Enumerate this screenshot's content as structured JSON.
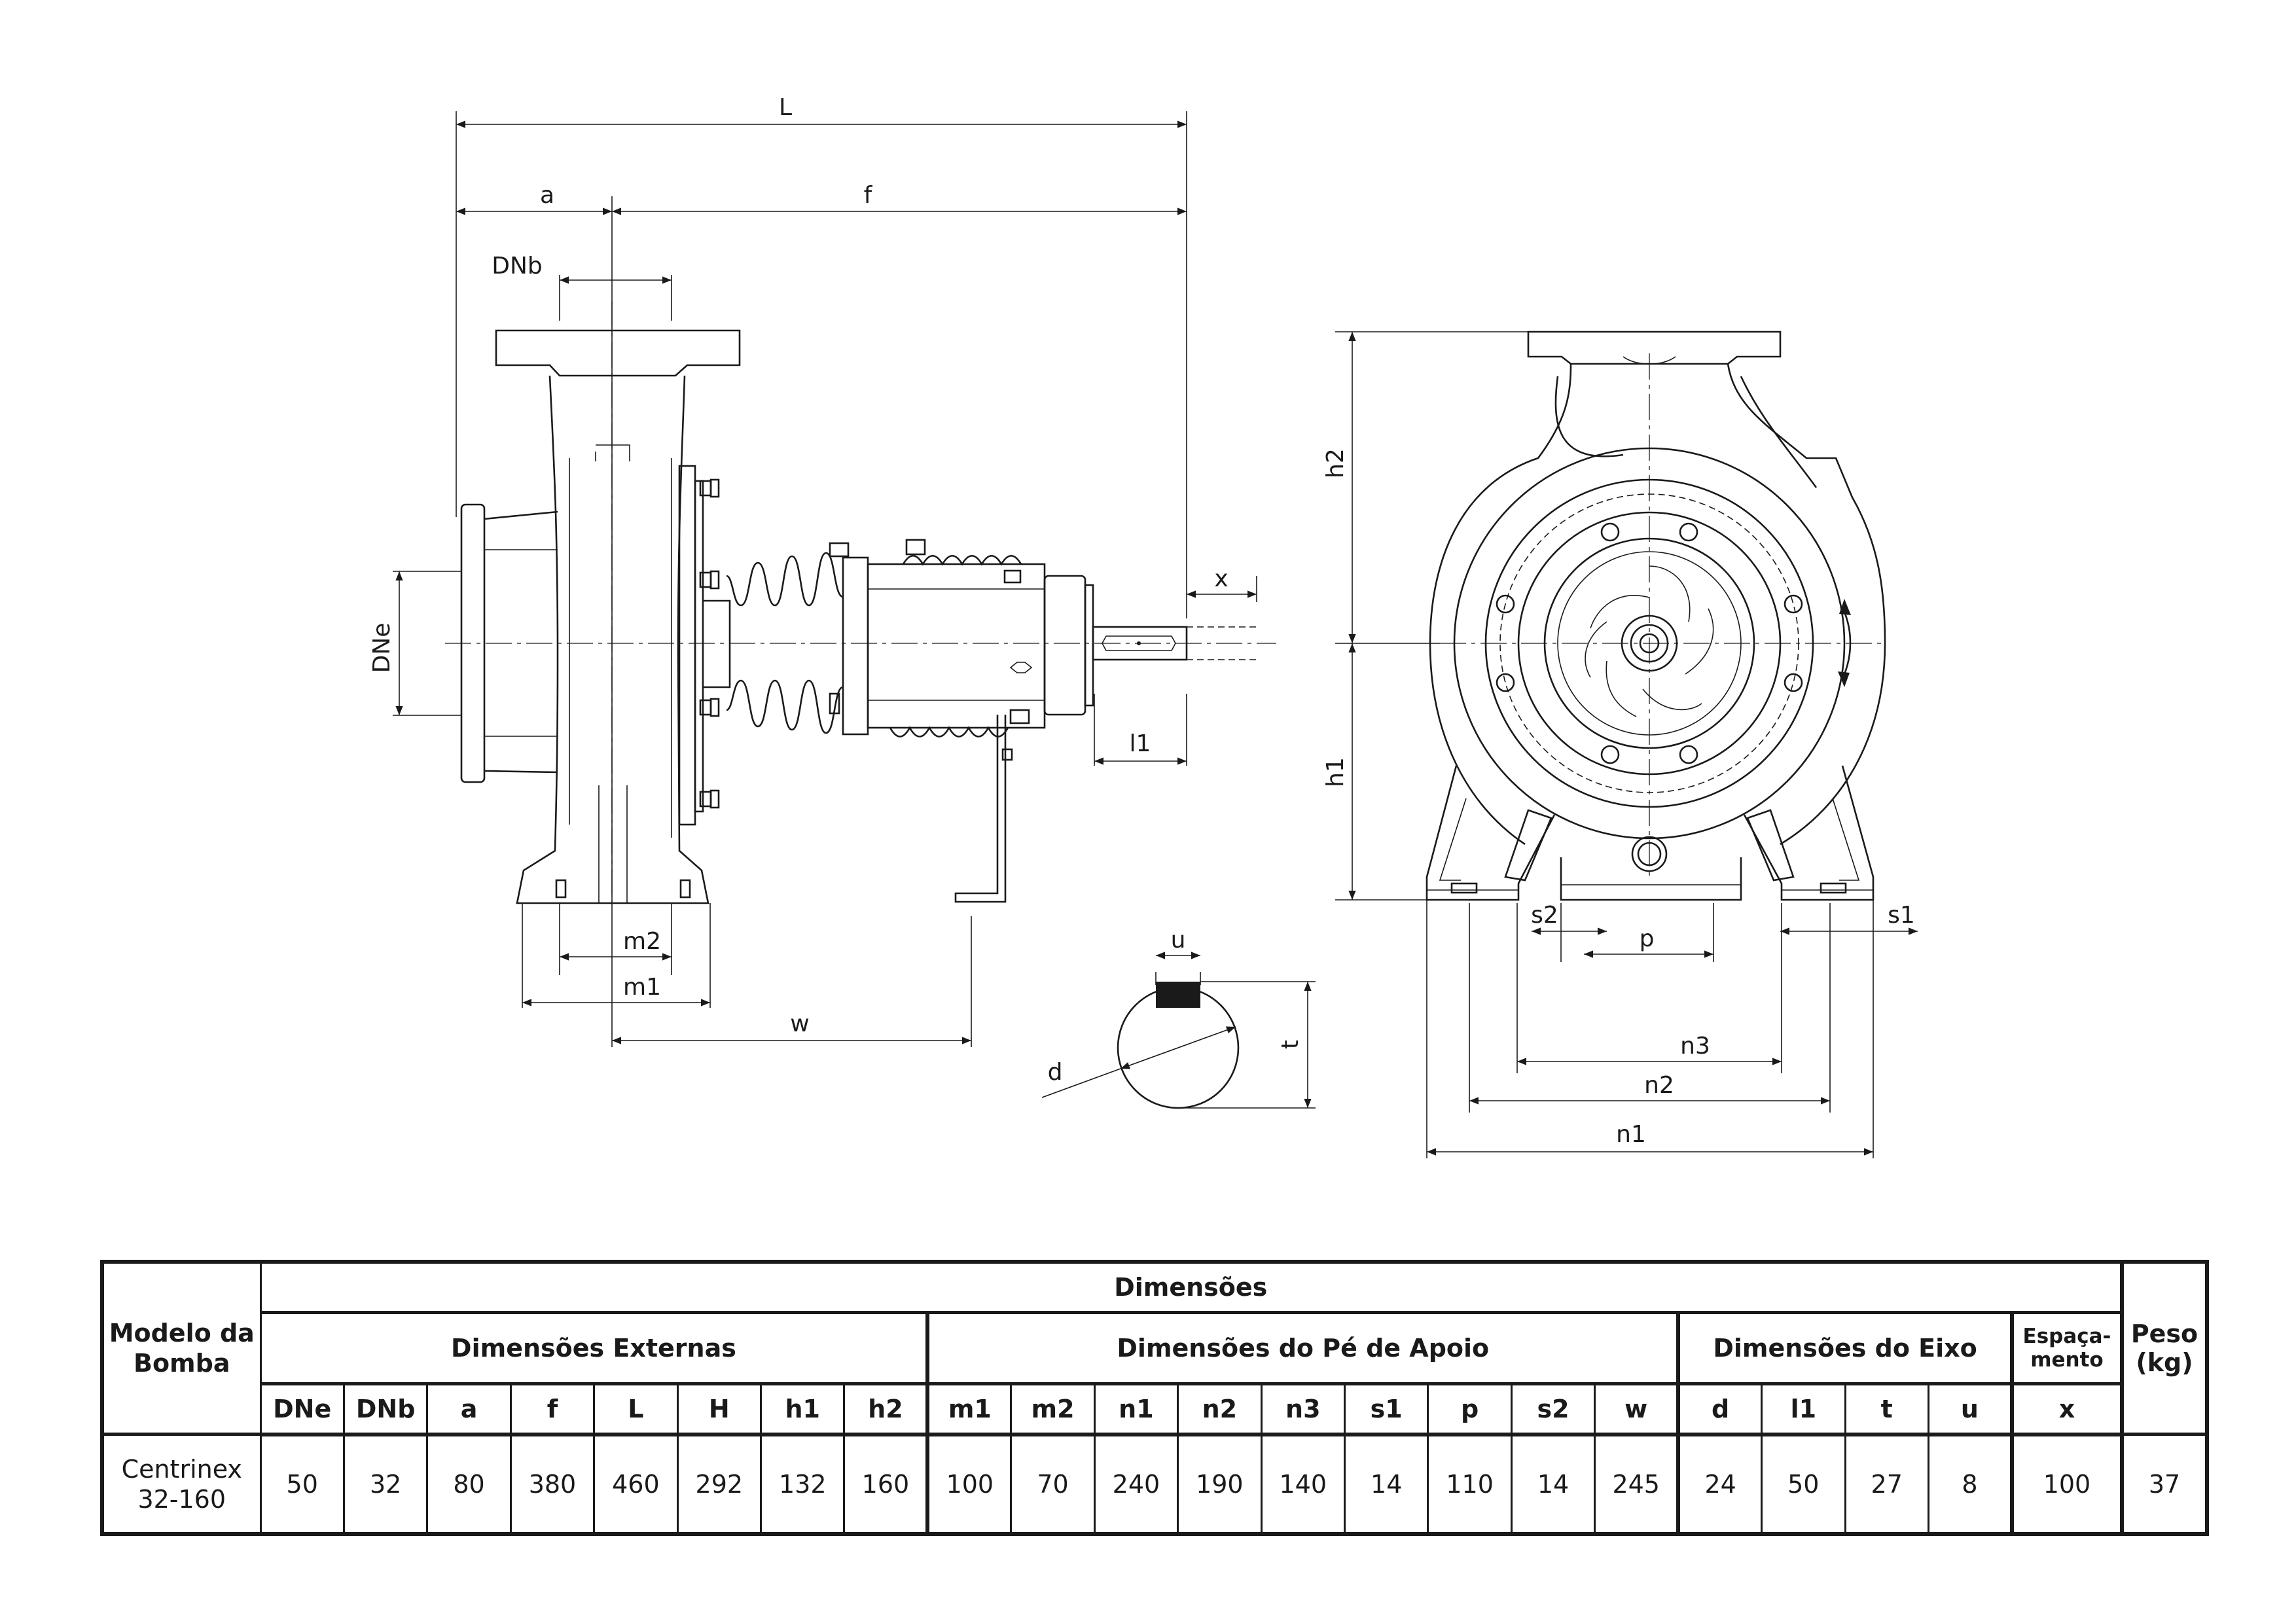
{
  "drawing": {
    "side_view_labels": {
      "L": "L",
      "a": "a",
      "f": "f",
      "DNb": "DNb",
      "DNe": "DNe",
      "x": "x",
      "l1": "l1",
      "m2": "m2",
      "m1": "m1",
      "w": "w"
    },
    "front_view_labels": {
      "h2": "h2",
      "h1": "h1",
      "s2": "s2",
      "p": "p",
      "s1": "s1",
      "n3": "n3",
      "n2": "n2",
      "n1": "n1"
    },
    "shaft_detail_labels": {
      "u": "u",
      "d": "d",
      "t": "t"
    }
  },
  "table": {
    "model_header": "Modelo da Bomba",
    "dimensions_header": "Dimensões",
    "weight_header": "Peso (kg)",
    "groups": [
      {
        "label": "Dimensões Externas",
        "columns": [
          "DNe",
          "DNb",
          "a",
          "f",
          "L",
          "H",
          "h1",
          "h2"
        ]
      },
      {
        "label": "Dimensões do Pé de Apoio",
        "columns": [
          "m1",
          "m2",
          "n1",
          "n2",
          "n3",
          "s1",
          "p",
          "s2",
          "w"
        ]
      },
      {
        "label": "Dimensões do Eixo",
        "columns": [
          "d",
          "l1",
          "t",
          "u"
        ]
      },
      {
        "label": "Espaça-mento",
        "columns": [
          "x"
        ]
      }
    ],
    "rows": [
      {
        "model": "Centrinex 32-160",
        "values": [
          "50",
          "32",
          "80",
          "380",
          "460",
          "292",
          "132",
          "160",
          "100",
          "70",
          "240",
          "190",
          "140",
          "14",
          "110",
          "14",
          "245",
          "24",
          "50",
          "27",
          "8",
          "100"
        ],
        "weight": "37"
      }
    ]
  }
}
